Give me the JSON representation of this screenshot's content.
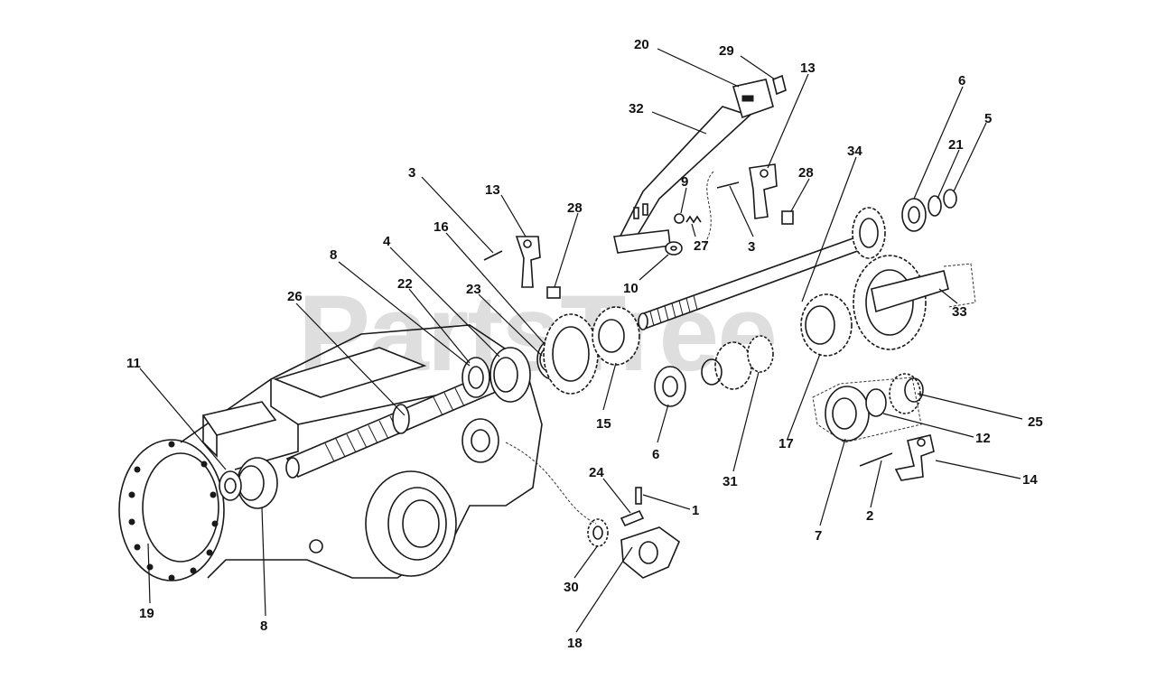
{
  "watermark": "PartsTree",
  "callouts": [
    {
      "id": "c20",
      "label": "20"
    },
    {
      "id": "c29",
      "label": "29"
    },
    {
      "id": "c13a",
      "label": "13"
    },
    {
      "id": "c6a",
      "label": "6"
    },
    {
      "id": "c5",
      "label": "5"
    },
    {
      "id": "c21",
      "label": "21"
    },
    {
      "id": "c32",
      "label": "32"
    },
    {
      "id": "c34",
      "label": "34"
    },
    {
      "id": "c3a",
      "label": "3"
    },
    {
      "id": "c13b",
      "label": "13"
    },
    {
      "id": "c28a",
      "label": "28"
    },
    {
      "id": "c9",
      "label": "9"
    },
    {
      "id": "c28b",
      "label": "28"
    },
    {
      "id": "c27",
      "label": "27"
    },
    {
      "id": "c3b",
      "label": "3"
    },
    {
      "id": "c4",
      "label": "4"
    },
    {
      "id": "c16",
      "label": "16"
    },
    {
      "id": "c8a",
      "label": "8"
    },
    {
      "id": "c10",
      "label": "10"
    },
    {
      "id": "c33",
      "label": "33"
    },
    {
      "id": "c22",
      "label": "22"
    },
    {
      "id": "c23",
      "label": "23"
    },
    {
      "id": "c26",
      "label": "26"
    },
    {
      "id": "c11",
      "label": "11"
    },
    {
      "id": "c15",
      "label": "15"
    },
    {
      "id": "c25",
      "label": "25"
    },
    {
      "id": "c6b",
      "label": "6"
    },
    {
      "id": "c17",
      "label": "17"
    },
    {
      "id": "c12",
      "label": "12"
    },
    {
      "id": "c31",
      "label": "31"
    },
    {
      "id": "c14",
      "label": "14"
    },
    {
      "id": "c24",
      "label": "24"
    },
    {
      "id": "c1",
      "label": "1"
    },
    {
      "id": "c2",
      "label": "2"
    },
    {
      "id": "c7",
      "label": "7"
    },
    {
      "id": "c30",
      "label": "30"
    },
    {
      "id": "c19",
      "label": "19"
    },
    {
      "id": "c8b",
      "label": "8"
    },
    {
      "id": "c18",
      "label": "18"
    }
  ]
}
